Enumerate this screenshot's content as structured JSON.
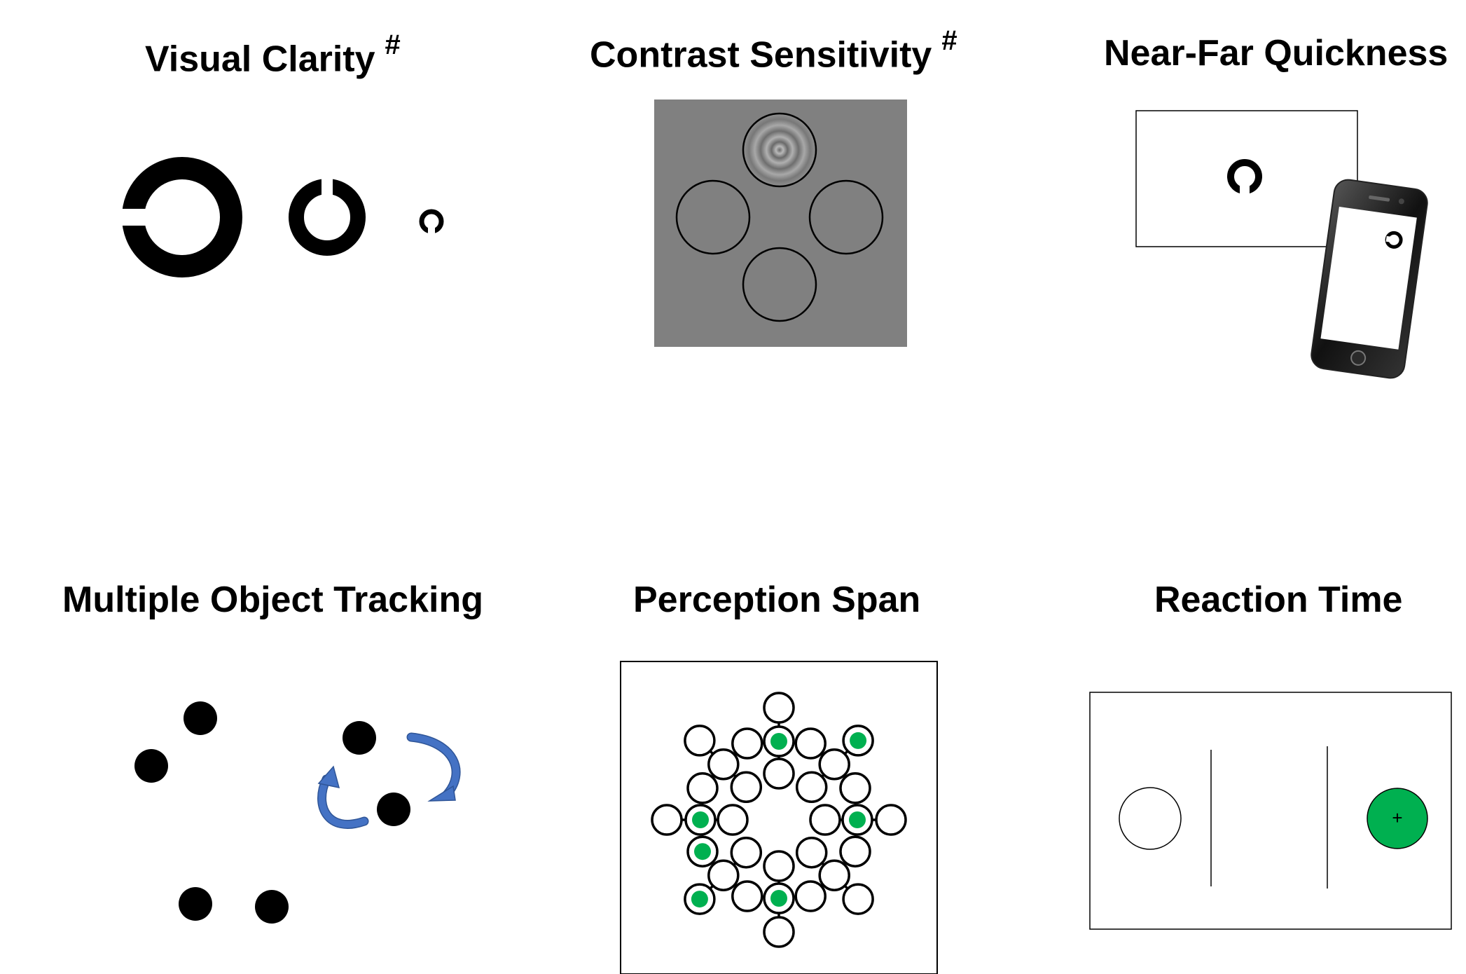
{
  "panels": {
    "visual_clarity": {
      "title": "Visual Clarity",
      "marker": "#"
    },
    "contrast_sensitivity": {
      "title": "Contrast Sensitivity",
      "marker": "#"
    },
    "near_far_quickness": {
      "title": "Near-Far Quickness"
    },
    "multiple_object_tracking": {
      "title": "Multiple Object Tracking"
    },
    "perception_span": {
      "title": "Perception Span"
    },
    "reaction_time": {
      "title": "Reaction Time",
      "target_symbol": "+"
    }
  },
  "colors": {
    "ink": "#000000",
    "gray_field": "#808080",
    "arrow_blue": "#4472C4",
    "target_green": "#00B050"
  },
  "icons": {
    "landolt_c": "landolt-c-icon",
    "phone": "smartphone-icon",
    "rotation_arrow": "curved-arrow-icon"
  }
}
